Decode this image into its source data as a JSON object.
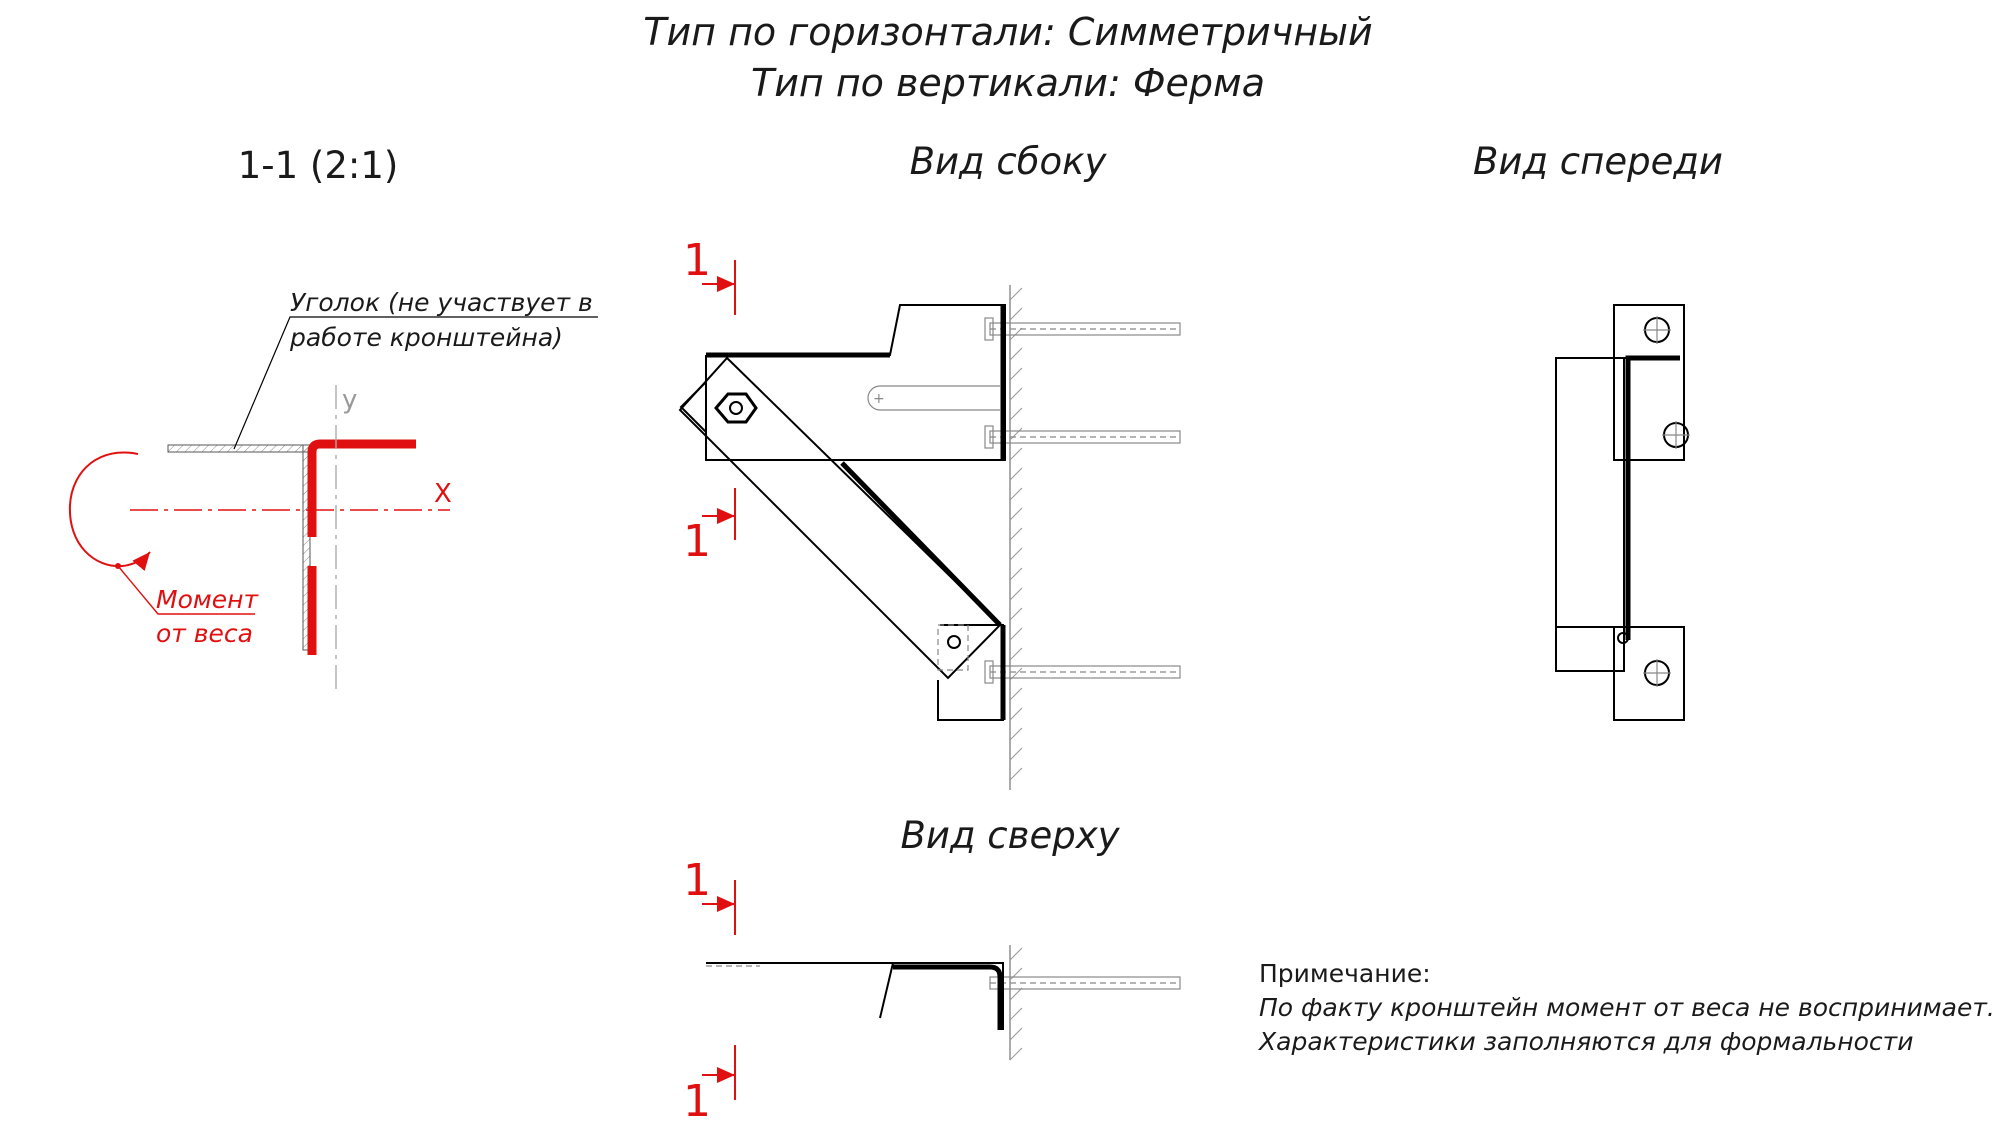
{
  "header": {
    "line1": "Тип по горизонтали: Симметричный",
    "line2": "Тип по вертикали: Ферма"
  },
  "views": {
    "section": "1-1 (2:1)",
    "side": "Вид сбоку",
    "front": "Вид спереди",
    "top": "Вид сверху"
  },
  "section_view": {
    "angle_label_line1": "Уголок (не участвует в",
    "angle_label_line2": "работе кронштейна)",
    "moment_line1": "Момент",
    "moment_line2": "от веса",
    "axis_x": "X",
    "axis_y": "y"
  },
  "section_marks": {
    "mark": "1"
  },
  "note": {
    "title": "Примечание:",
    "line1": "По факту кронштейн момент от веса не воспринимает.",
    "line2": "Характеристики заполняются для формальности"
  },
  "colors": {
    "accent": "#e01010",
    "line": "#000000",
    "hidden": "#888888"
  }
}
